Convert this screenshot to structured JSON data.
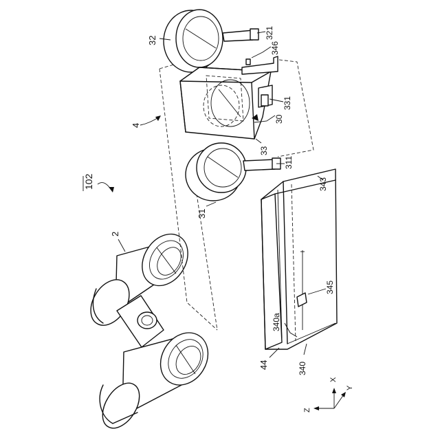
{
  "figure_label": "102",
  "labels": {
    "binoculars": "2",
    "assembly": "4",
    "holder": "30",
    "ring_31": "31",
    "ring_32": "32",
    "part_33": "33",
    "clip_311": "311",
    "clip_321": "321",
    "clip_331": "331",
    "rail_base": "340",
    "rail_groove": "340a",
    "rail_part_343": "343",
    "slider_345": "345",
    "pin_346": "346",
    "rail_assembly": "44"
  },
  "axes": {
    "x": "X",
    "y": "Y",
    "z": "Z"
  }
}
